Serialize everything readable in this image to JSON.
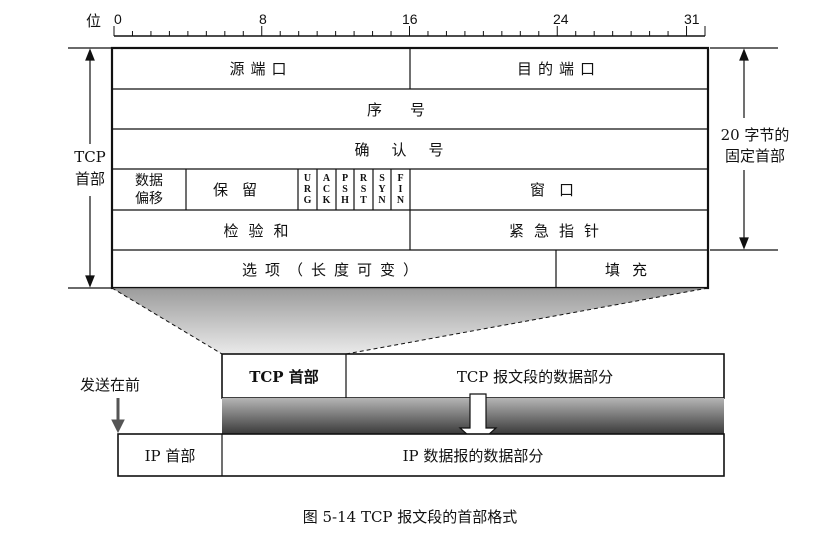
{
  "ruler": {
    "unit_label": "位",
    "ticks": [
      "0",
      "8",
      "16",
      "24",
      "31"
    ]
  },
  "header": {
    "rows": [
      {
        "cells": [
          "源端口",
          "目的端口"
        ]
      },
      {
        "cells": [
          "序号"
        ]
      },
      {
        "cells": [
          "确认号"
        ]
      },
      {
        "cells": [
          "数据偏移",
          "保留",
          "窗口"
        ],
        "flags": [
          "URG",
          "ACK",
          "PSH",
          "RST",
          "SYN",
          "FIN"
        ]
      },
      {
        "cells": [
          "检验和",
          "紧急指针"
        ]
      },
      {
        "cells": [
          "选项（长度可变）",
          "填充"
        ]
      }
    ],
    "data_offset_lines": [
      "数据",
      "偏移"
    ]
  },
  "side_labels": {
    "left_line1": "TCP",
    "left_line2": "首部",
    "right_line1": "20 字节的",
    "right_line2": "固定首部"
  },
  "segment": {
    "header_label": "TCP 首部",
    "data_label": "TCP 报文段的数据部分"
  },
  "datagram": {
    "header_label": "IP 首部",
    "data_label": "IP 数据报的数据部分"
  },
  "send_first_label": "发送在前",
  "caption": "图 5-14    TCP 报文段的首部格式"
}
